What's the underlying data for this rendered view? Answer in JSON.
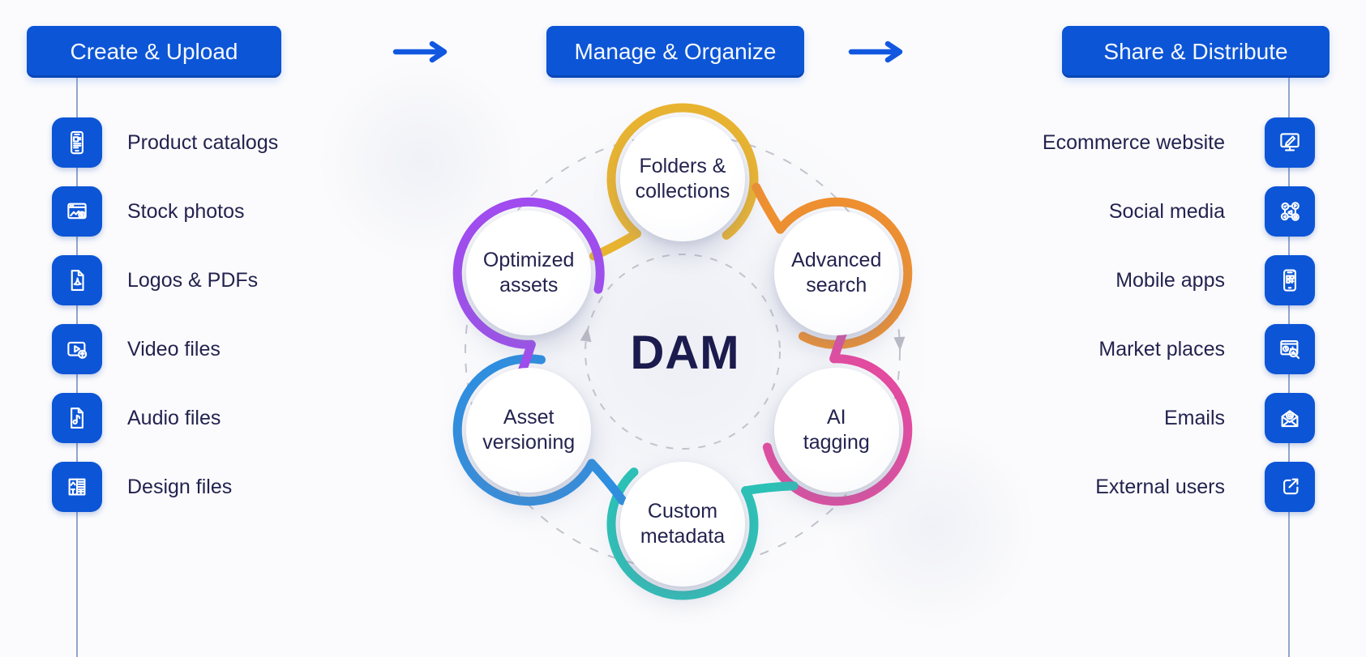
{
  "header": {
    "arrow_icon": "right-arrow-icon"
  },
  "left_column": {
    "title": "Create & Upload",
    "items": [
      {
        "label": "Product catalogs",
        "icon": "product-catalogs-icon"
      },
      {
        "label": "Stock photos",
        "icon": "stock-photos-icon"
      },
      {
        "label": "Logos & PDFs",
        "icon": "pdf-document-icon"
      },
      {
        "label": "Video files",
        "icon": "video-upload-icon"
      },
      {
        "label": "Audio files",
        "icon": "audio-file-icon"
      },
      {
        "label": "Design files",
        "icon": "design-file-icon"
      }
    ]
  },
  "right_column": {
    "title": "Share & Distribute",
    "items": [
      {
        "label": "Ecommerce website",
        "icon": "ecommerce-monitor-icon"
      },
      {
        "label": "Social media",
        "icon": "social-network-icon"
      },
      {
        "label": "Mobile apps",
        "icon": "mobile-apps-icon"
      },
      {
        "label": "Market places",
        "icon": "marketplace-analytics-icon"
      },
      {
        "label": "Emails",
        "icon": "email-at-icon"
      },
      {
        "label": "External users",
        "icon": "external-link-icon"
      }
    ]
  },
  "diagram": {
    "hub_label": "DAM",
    "title": "Manage & Organize",
    "flow_direction": "clockwise",
    "nodes": [
      {
        "label": "Folders &\ncollections",
        "color": "#e9b430"
      },
      {
        "label": "Advanced\nsearch",
        "color": "#ef9030"
      },
      {
        "label": "AI\ntagging",
        "color": "#e54ba0"
      },
      {
        "label": "Custom\nmetadata",
        "color": "#2cc2b7"
      },
      {
        "label": "Asset\nversioning",
        "color": "#2f8fe0"
      },
      {
        "label": "Optimized\nassets",
        "color": "#a14cf0"
      }
    ]
  },
  "colors": {
    "primary_blue": "#0c55d6",
    "arrow_blue": "#1257e0",
    "text_navy": "#23234f",
    "connector_line": "#7d97c6",
    "dashed_ring": "#c2c3cd"
  }
}
